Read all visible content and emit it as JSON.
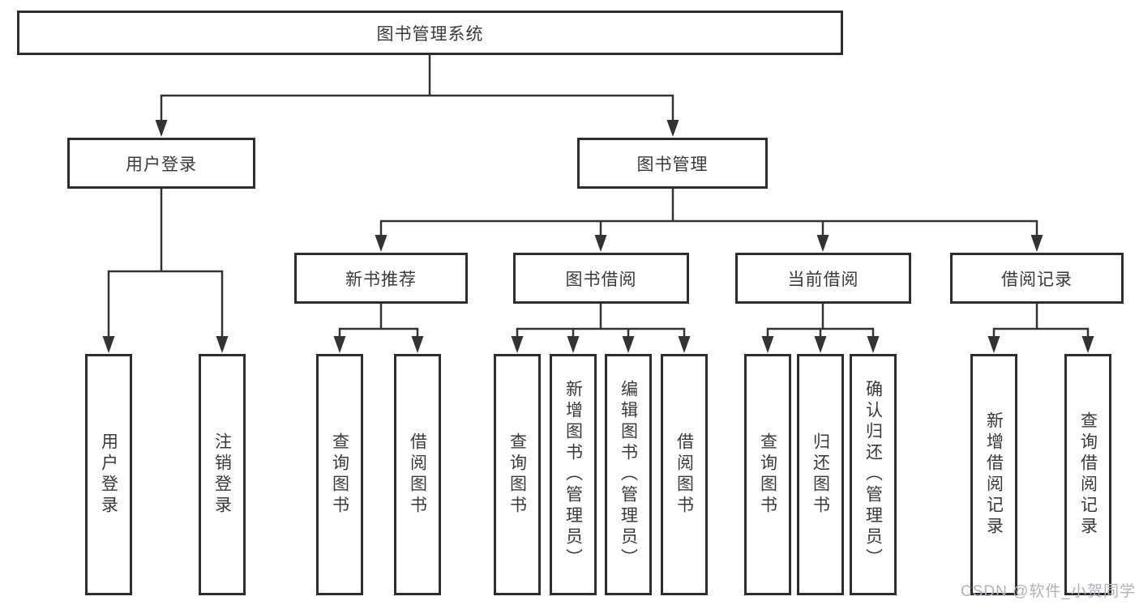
{
  "tree": {
    "label": "图书管理系统",
    "children": [
      {
        "label": "用户登录",
        "children": [
          {
            "label": "用户登录"
          },
          {
            "label": "注销登录"
          }
        ]
      },
      {
        "label": "图书管理",
        "children": [
          {
            "label": "新书推荐",
            "children": [
              {
                "label": "查询图书"
              },
              {
                "label": "借阅图书"
              }
            ]
          },
          {
            "label": "图书借阅",
            "children": [
              {
                "label": "查询图书"
              },
              {
                "label": "新增图书（管理员）"
              },
              {
                "label": "编辑图书（管理员）"
              },
              {
                "label": "借阅图书"
              }
            ]
          },
          {
            "label": "当前借阅",
            "children": [
              {
                "label": "查询图书"
              },
              {
                "label": "归还图书"
              },
              {
                "label": "确认归还（管理员）"
              }
            ]
          },
          {
            "label": "借阅记录",
            "children": [
              {
                "label": "新增借阅记录"
              },
              {
                "label": "查询借阅记录"
              }
            ]
          }
        ]
      }
    ]
  },
  "watermark": {
    "text": "CSDN @软件_小贺同学"
  },
  "colors": {
    "line": "#333333",
    "border": "#2d2d2d",
    "text": "#3a3a3a",
    "watermark": "#aeb3ba",
    "background": "#ffffff"
  }
}
